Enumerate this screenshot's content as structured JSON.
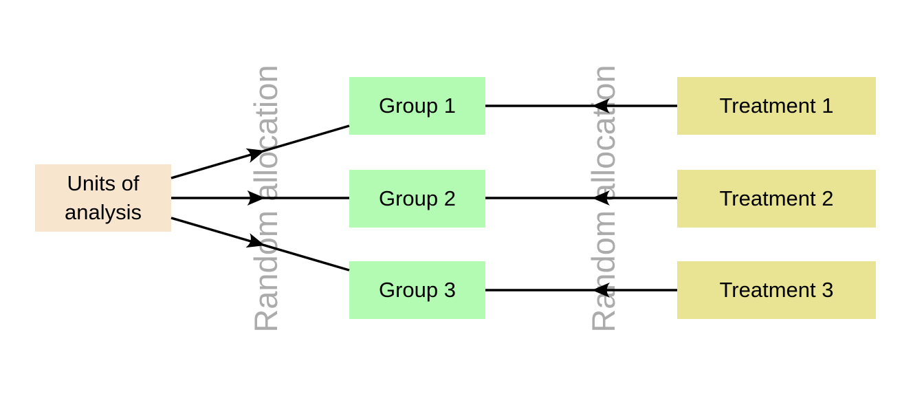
{
  "diagram": {
    "units": {
      "label_line1": "Units of",
      "label_line2": "analysis"
    },
    "groups": [
      {
        "label": "Group 1"
      },
      {
        "label": "Group 2"
      },
      {
        "label": "Group 3"
      }
    ],
    "treatments": [
      {
        "label": "Treatment 1"
      },
      {
        "label": "Treatment 2"
      },
      {
        "label": "Treatment 3"
      }
    ],
    "allocation_labels": [
      {
        "text": "Random allocation"
      },
      {
        "text": "Random allocation"
      }
    ]
  },
  "colors": {
    "background": "#FFFFFF",
    "units_bg": "#F7E5CD",
    "group_bg": "#B3FBB3",
    "treatment_bg": "#E8E493",
    "arrow": "#000000",
    "allocation_text": "#ABABAB",
    "box_text": "#000000"
  }
}
